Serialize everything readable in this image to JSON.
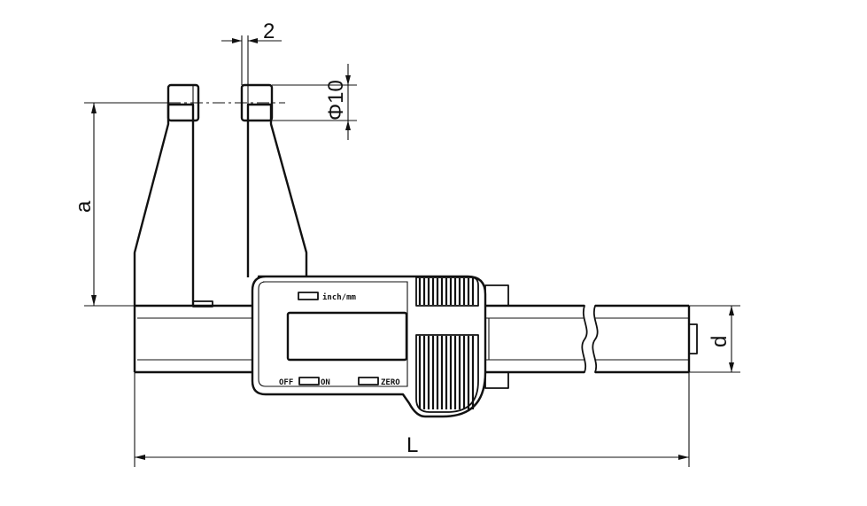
{
  "diagram": {
    "dimensions": {
      "pin_width": "2",
      "pin_diameter": "Φ10",
      "jaw_length": "a",
      "beam_height": "d",
      "total_length": "L"
    },
    "labels": {
      "unit_button": "inch/mm",
      "off": "OFF",
      "on": "ON",
      "zero": "ZERO"
    }
  }
}
